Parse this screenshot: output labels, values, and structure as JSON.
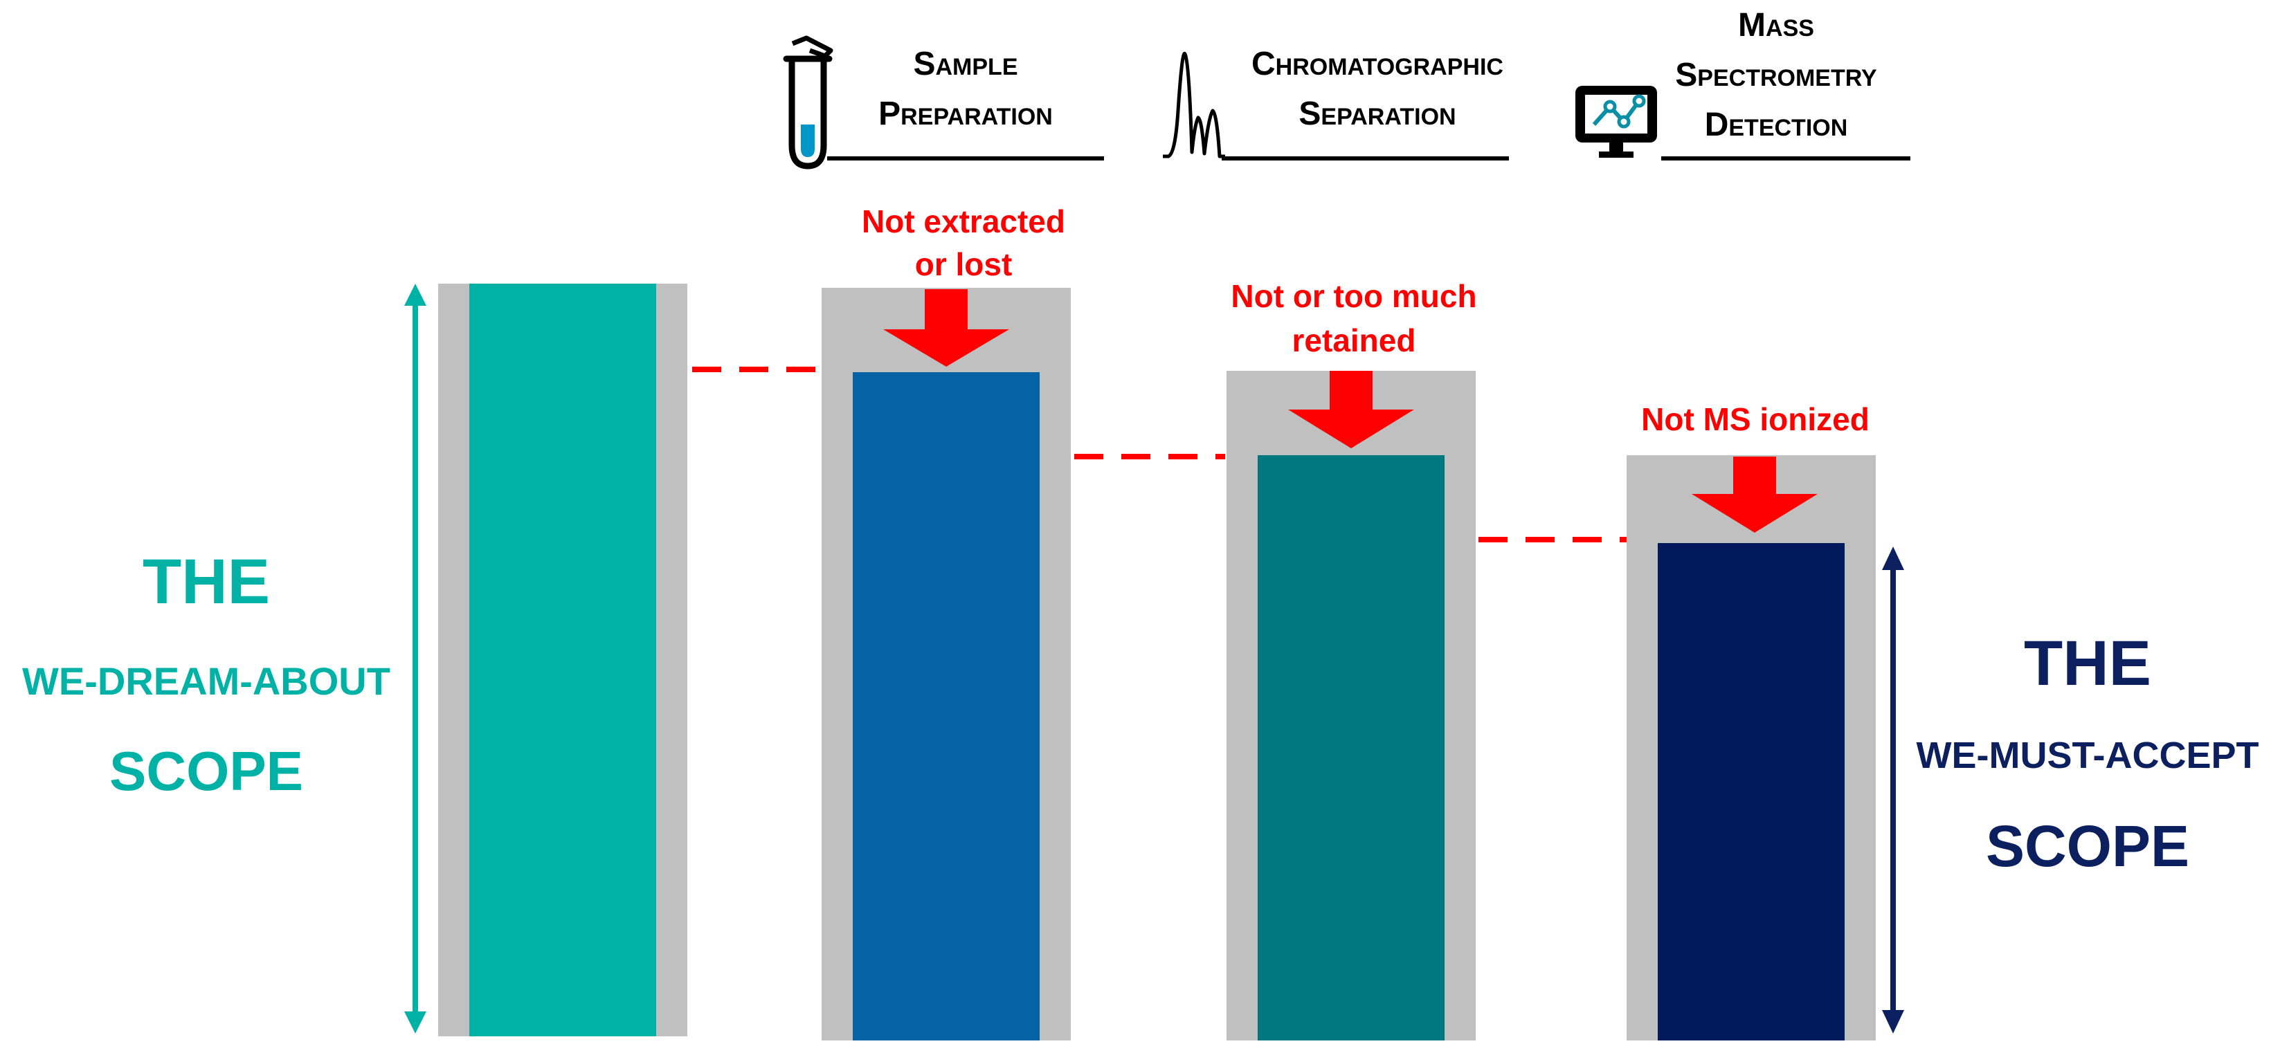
{
  "steps": [
    {
      "title_lines": [
        "Sample",
        "Preparation"
      ],
      "icon": "sample-tube-icon"
    },
    {
      "title_lines": [
        "Chromatographic",
        "Separation"
      ],
      "icon": "chromatogram-peaks-icon"
    },
    {
      "title_lines": [
        "Mass",
        "Spectrometry",
        "Detection"
      ],
      "icon": "monitor-spectrum-icon"
    }
  ],
  "losses": [
    {
      "lines": [
        "Not extracted",
        "or lost"
      ]
    },
    {
      "lines": [
        "Not or too much",
        "retained"
      ]
    },
    {
      "lines": [
        "Not MS ionized"
      ]
    }
  ],
  "left_scope": {
    "lines": [
      "THE",
      "WE-DREAM-ABOUT",
      "SCOPE"
    ]
  },
  "right_scope": {
    "lines": [
      "THE",
      "WE-MUST-ACCEPT",
      "SCOPE"
    ]
  },
  "colors": {
    "frame_gray": "#c0c0c0",
    "bar_1": "#00b2a6",
    "bar_2": "#0563a4",
    "bar_3": "#017780",
    "bar_4": "#001a5e",
    "loss_red": "#ff0000",
    "dream_teal": "#00b2a6",
    "accept_navy": "#0c1f5e",
    "ink": "#000000"
  }
}
